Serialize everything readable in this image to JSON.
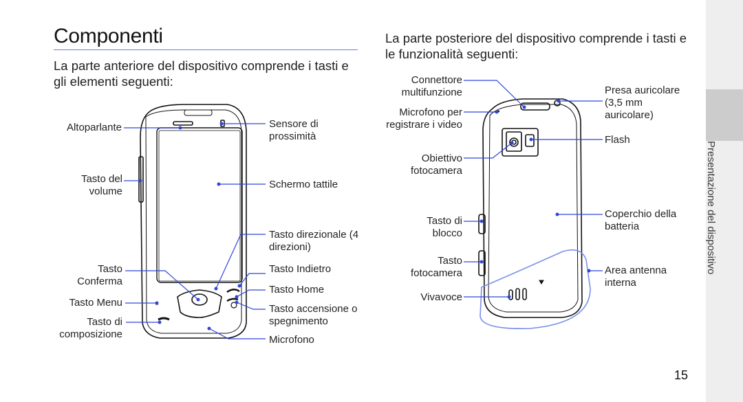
{
  "page": {
    "title": "Componenti",
    "front_intro": "La parte anteriore del dispositivo comprende i tasti e gli elementi seguenti:",
    "rear_intro": "La parte posteriore del dispositivo comprende i tasti e le funzionalità seguenti:",
    "side_tab": "Presentazione del dispositivo",
    "page_number": "15"
  },
  "front_labels": {
    "altoparlante": "Altoparlante",
    "tasto_volume": "Tasto del volume",
    "tasto_conferma": "Tasto Conferma",
    "tasto_menu": "Tasto Menu",
    "tasto_composizione": "Tasto di composizione",
    "sensore": "Sensore di prossimità",
    "schermo": "Schermo tattile",
    "tasto_direzionale": "Tasto direzionale (4 direzioni)",
    "tasto_indietro": "Tasto Indietro",
    "tasto_home": "Tasto Home",
    "tasto_accensione": "Tasto accensione o spegnimento",
    "microfono": "Microfono"
  },
  "rear_labels": {
    "connettore": "Connettore multifunzione",
    "microfono_video": "Microfono per registrare i video",
    "obiettivo": "Obiettivo fotocamera",
    "tasto_blocco": "Tasto di blocco",
    "tasto_fotocamera": "Tasto fotocamera",
    "vivavoce": "Vivavoce",
    "presa": "Presa auricolare (3,5 mm auricolare)",
    "flash": "Flash",
    "coperchio": "Coperchio della batteria",
    "antenna": "Area antenna interna"
  },
  "colors": {
    "accent": "#2f46d8",
    "rule": "#6c7fd0",
    "antenna_outline": "#7b8fe6"
  }
}
